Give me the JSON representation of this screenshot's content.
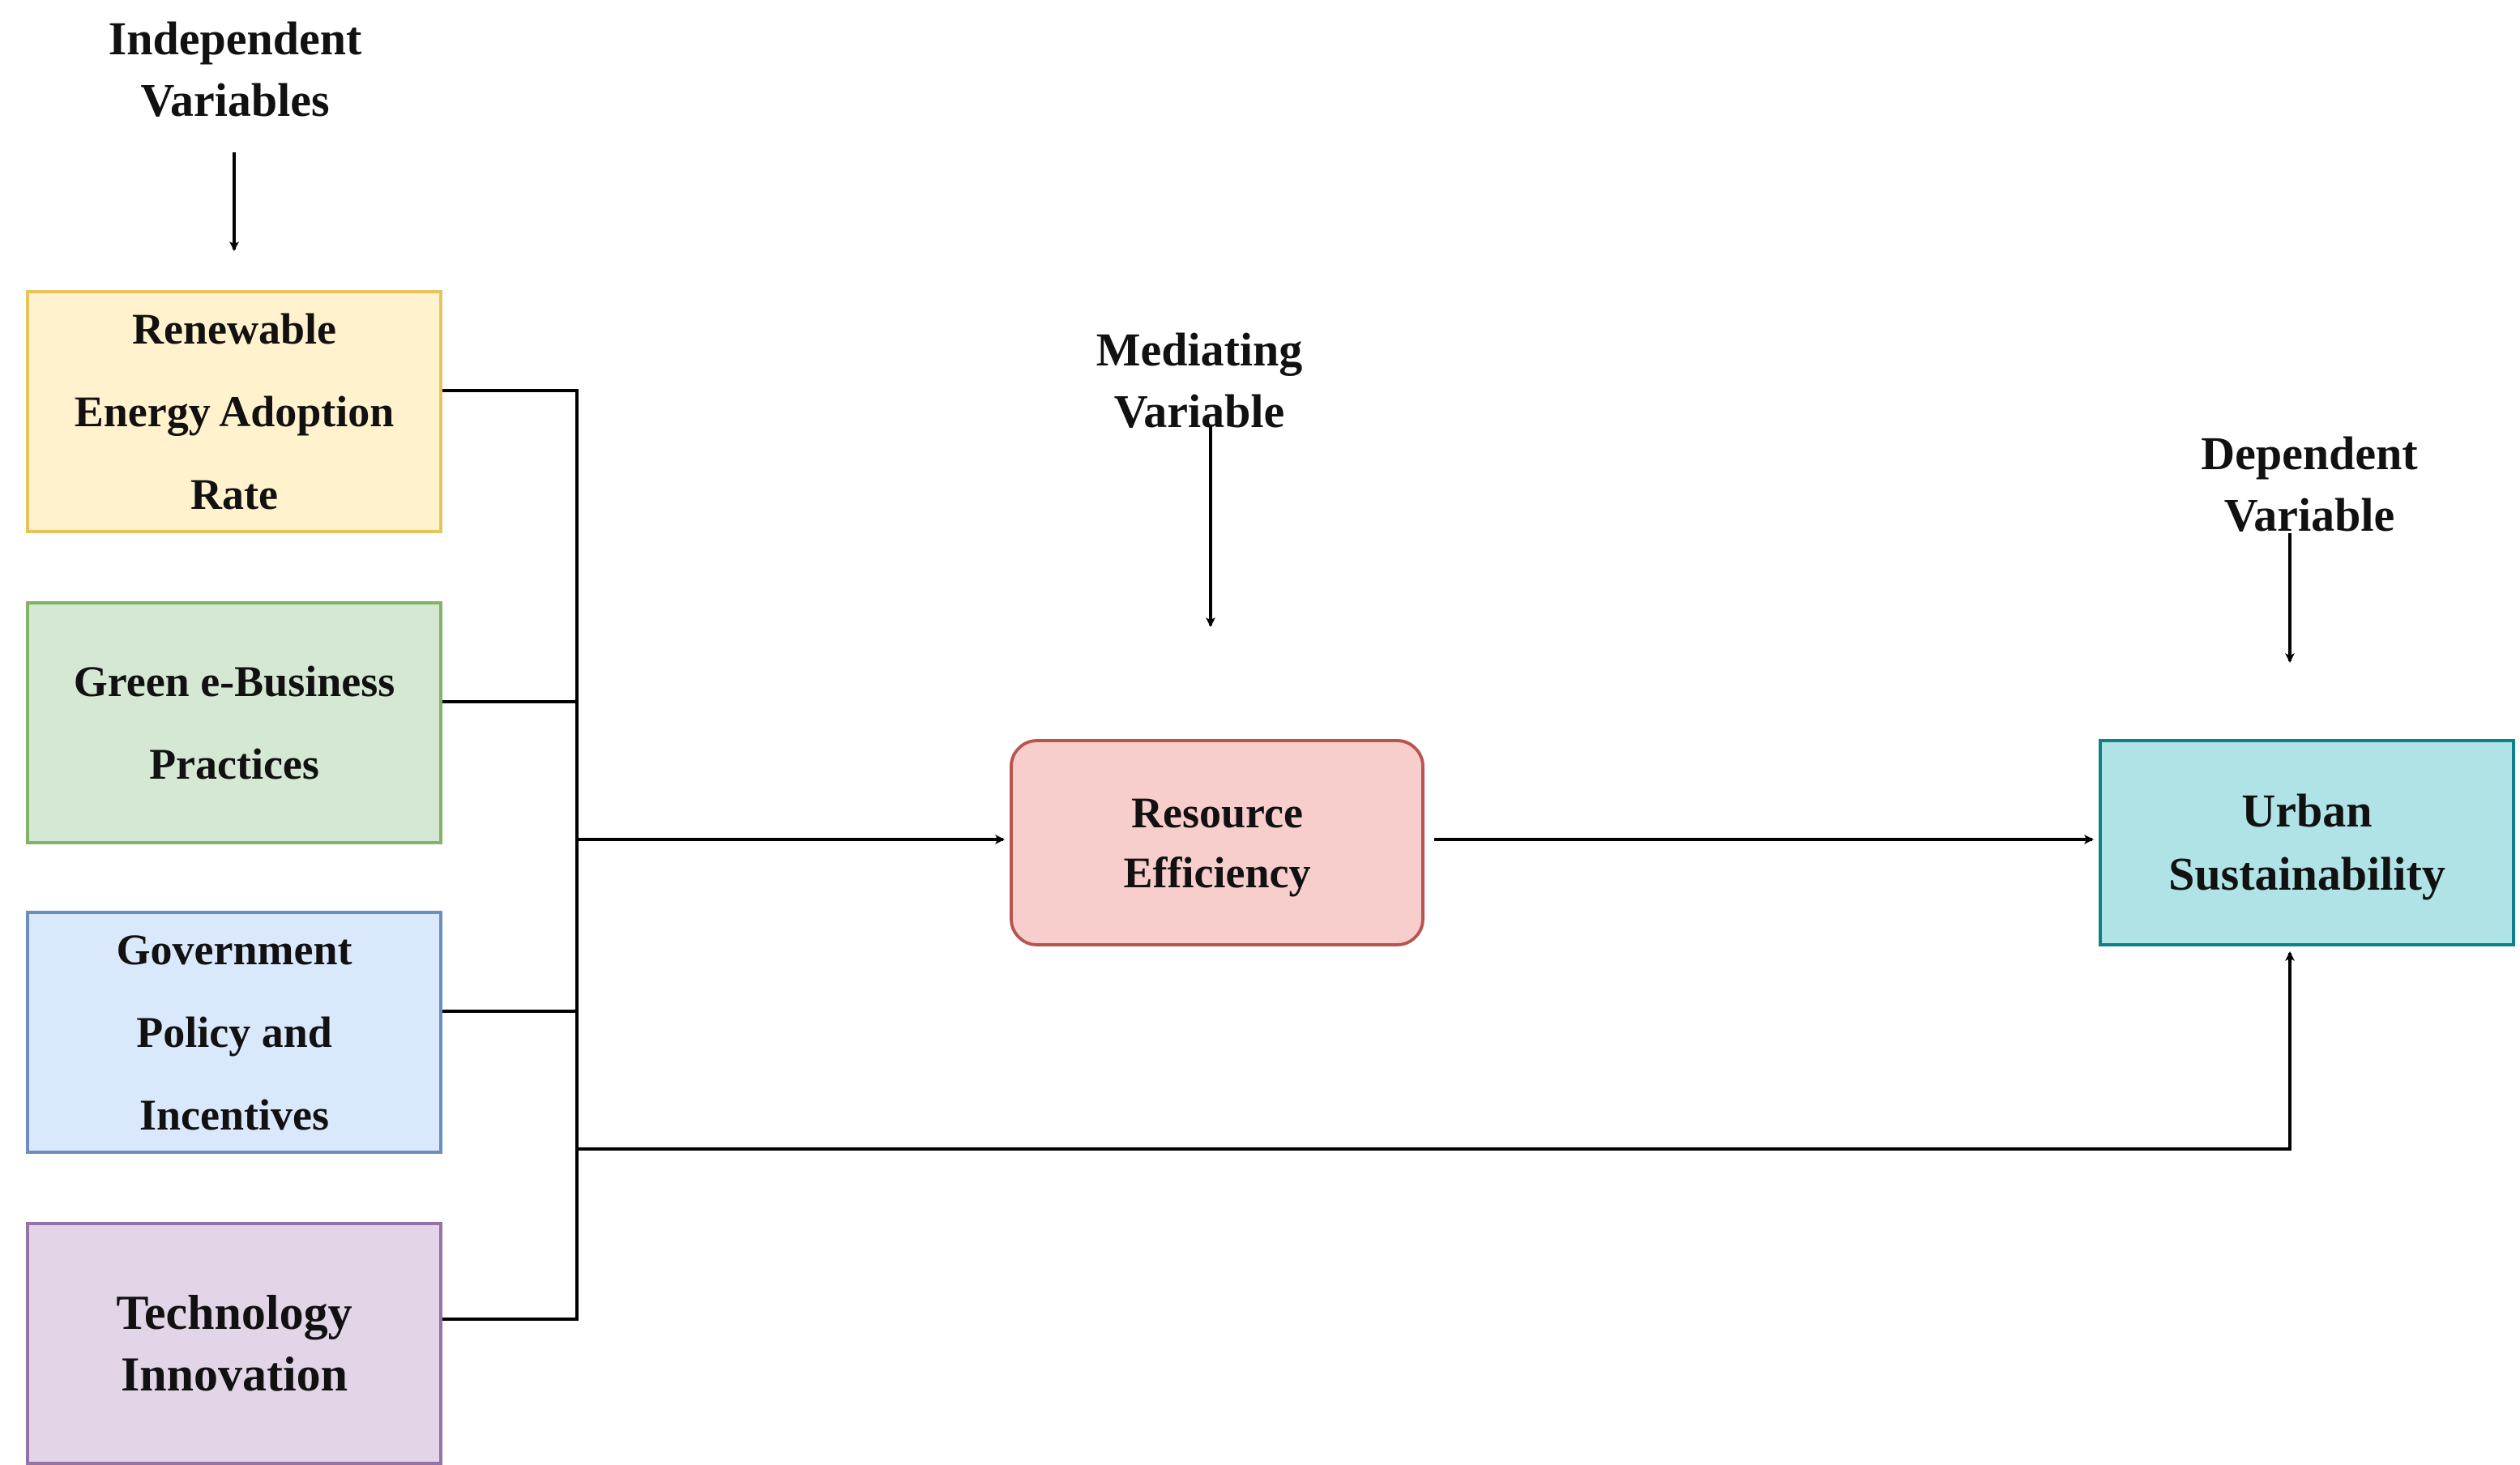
{
  "labels": {
    "independent": [
      "Independent",
      "Variables"
    ],
    "mediating": [
      "Mediating",
      "Variable"
    ],
    "dependent": [
      "Dependent",
      "Variable"
    ]
  },
  "nodes": {
    "renewable": {
      "lines": [
        "Renewable",
        "Energy Adoption",
        "Rate"
      ],
      "fill": "#fff2cc",
      "stroke": "#e6c35c"
    },
    "green": {
      "lines": [
        "Green e-Business",
        "Practices"
      ],
      "fill": "#d5e8d4",
      "stroke": "#82b366"
    },
    "government": {
      "lines": [
        "Government",
        "Policy and",
        "Incentives"
      ],
      "fill": "#dae8fc",
      "stroke": "#6c8ebf"
    },
    "technology": {
      "lines": [
        "Technology",
        "Innovation"
      ],
      "fill": "#e1d5e7",
      "stroke": "#9673a6"
    },
    "resource": {
      "lines": [
        "Resource",
        "Efficiency"
      ],
      "fill": "#f8cecc",
      "stroke": "#b85450"
    },
    "urban": {
      "lines": [
        "Urban",
        "Sustainability"
      ],
      "fill": "#b0e3e6",
      "stroke": "#0e8088"
    }
  },
  "colors": {
    "line": "#000000",
    "text": "#111111",
    "background": "#ffffff"
  }
}
